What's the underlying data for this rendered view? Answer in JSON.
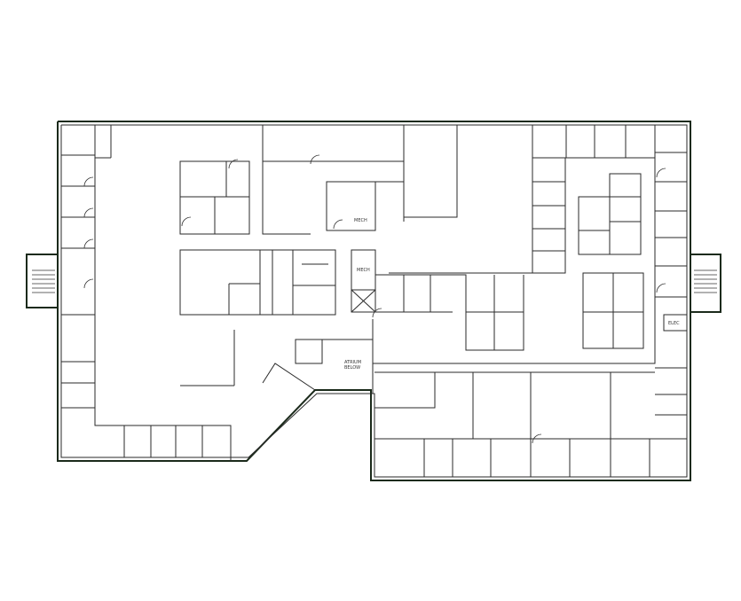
{
  "labels": {
    "mech_upper": "MECH",
    "mech_lower": "MECH",
    "atrium_line1": "ATRIUM",
    "atrium_line2": "BELOW",
    "elec": "ELEC"
  },
  "colors": {
    "wall": "#1b2a1b",
    "background": "#ffffff"
  }
}
